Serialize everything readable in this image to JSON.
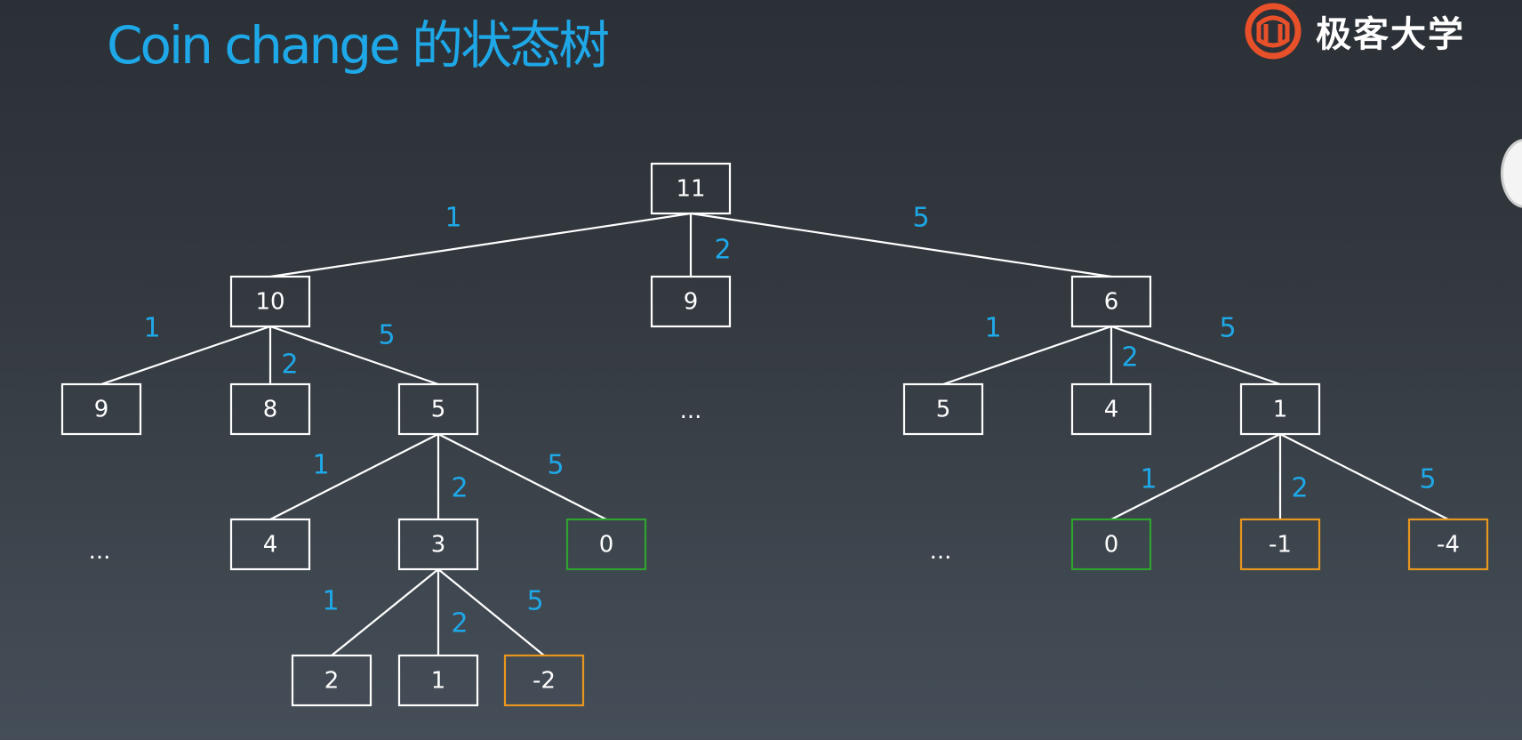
{
  "title": "Coin change 的状态树",
  "brand": {
    "name": "极客大学",
    "logo_icon": "geekbang-logo-icon",
    "accent": "#e8502a"
  },
  "colors": {
    "title": "#1ea8e8",
    "label": "#1ea8e8",
    "normal": "#ffffff",
    "goal": "#2fa32f",
    "invalid": "#e8971e"
  },
  "tree": {
    "nodes": [
      {
        "id": "n11",
        "label": "11",
        "status": "normal"
      },
      {
        "id": "n10",
        "label": "10",
        "status": "normal"
      },
      {
        "id": "n9a",
        "label": "9",
        "status": "normal"
      },
      {
        "id": "n6",
        "label": "6",
        "status": "normal"
      },
      {
        "id": "n9b",
        "label": "9",
        "status": "normal"
      },
      {
        "id": "n8",
        "label": "8",
        "status": "normal"
      },
      {
        "id": "n5a",
        "label": "5",
        "status": "normal"
      },
      {
        "id": "n5b",
        "label": "5",
        "status": "normal"
      },
      {
        "id": "n4a",
        "label": "4",
        "status": "normal"
      },
      {
        "id": "n1a",
        "label": "1",
        "status": "normal"
      },
      {
        "id": "n4b",
        "label": "4",
        "status": "normal"
      },
      {
        "id": "n3",
        "label": "3",
        "status": "normal"
      },
      {
        "id": "n0a",
        "label": "0",
        "status": "goal"
      },
      {
        "id": "n0b",
        "label": "0",
        "status": "goal"
      },
      {
        "id": "nm1",
        "label": "-1",
        "status": "invalid"
      },
      {
        "id": "nm4",
        "label": "-4",
        "status": "invalid"
      },
      {
        "id": "n2",
        "label": "2",
        "status": "normal"
      },
      {
        "id": "n1b",
        "label": "1",
        "status": "normal"
      },
      {
        "id": "nm2",
        "label": "-2",
        "status": "invalid"
      }
    ],
    "edges": [
      {
        "from": "n11",
        "to": "n10",
        "coin": "1"
      },
      {
        "from": "n11",
        "to": "n9a",
        "coin": "2"
      },
      {
        "from": "n11",
        "to": "n6",
        "coin": "5"
      },
      {
        "from": "n10",
        "to": "n9b",
        "coin": "1"
      },
      {
        "from": "n10",
        "to": "n8",
        "coin": "2"
      },
      {
        "from": "n10",
        "to": "n5a",
        "coin": "5"
      },
      {
        "from": "n6",
        "to": "n5b",
        "coin": "1"
      },
      {
        "from": "n6",
        "to": "n4a",
        "coin": "2"
      },
      {
        "from": "n6",
        "to": "n1a",
        "coin": "5"
      },
      {
        "from": "n5a",
        "to": "n4b",
        "coin": "1"
      },
      {
        "from": "n5a",
        "to": "n3",
        "coin": "2"
      },
      {
        "from": "n5a",
        "to": "n0a",
        "coin": "5"
      },
      {
        "from": "n1a",
        "to": "n0b",
        "coin": "1"
      },
      {
        "from": "n1a",
        "to": "nm1",
        "coin": "2"
      },
      {
        "from": "n1a",
        "to": "nm4",
        "coin": "5"
      },
      {
        "from": "n3",
        "to": "n2",
        "coin": "1"
      },
      {
        "from": "n3",
        "to": "n1b",
        "coin": "2"
      },
      {
        "from": "n3",
        "to": "nm2",
        "coin": "5"
      }
    ],
    "ellipses": [
      "...",
      "...",
      "..."
    ]
  }
}
